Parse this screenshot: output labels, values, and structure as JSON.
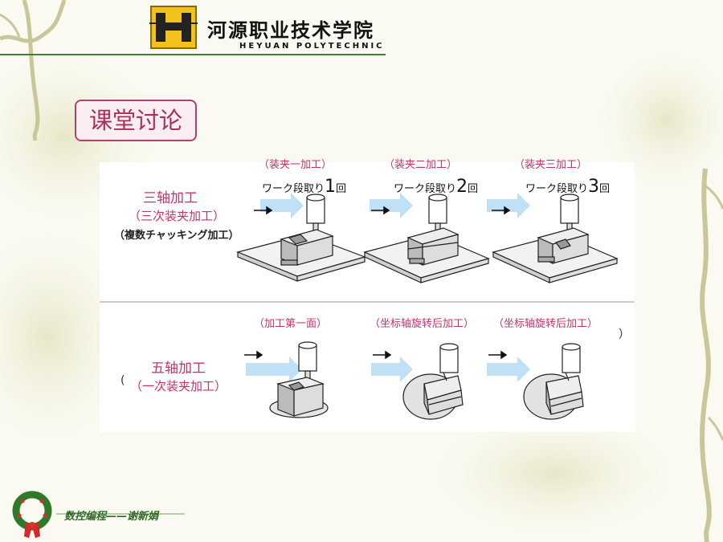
{
  "header": {
    "logo_letter": "H",
    "school_cn": "河源职业技术学院",
    "school_en": "HEYUAN POLYTECHNIC"
  },
  "title": "课堂讨论",
  "three_axis": {
    "label": "三轴加工",
    "sub": "（三次装夹加工）",
    "jp_label": "（複数チャッキング加工）",
    "steps": [
      {
        "caption": "（装夹一加工）",
        "jp": "ワーク段取り",
        "num": "1",
        "unit": "回"
      },
      {
        "caption": "（装夹二加工）",
        "jp": "ワーク段取り",
        "num": "2",
        "unit": "回"
      },
      {
        "caption": "（装夹三加工）",
        "jp": "ワーク段取り",
        "num": "3",
        "unit": "回"
      }
    ]
  },
  "five_axis": {
    "label": "五轴加工",
    "sub": "（一次装夹加工）",
    "steps": [
      {
        "caption": "（加工第一面）"
      },
      {
        "caption": "（坐标轴旋转后加工）"
      },
      {
        "caption": "（坐标轴旋转后加工）"
      }
    ]
  },
  "stray_marks": {
    "right_paren": "）",
    "left_paren": "("
  },
  "footer": {
    "text": "数控编程——谢新娟"
  },
  "colors": {
    "accent": "#c8306c",
    "green": "#4a7a3a",
    "arrow": "#bfe0f5"
  }
}
